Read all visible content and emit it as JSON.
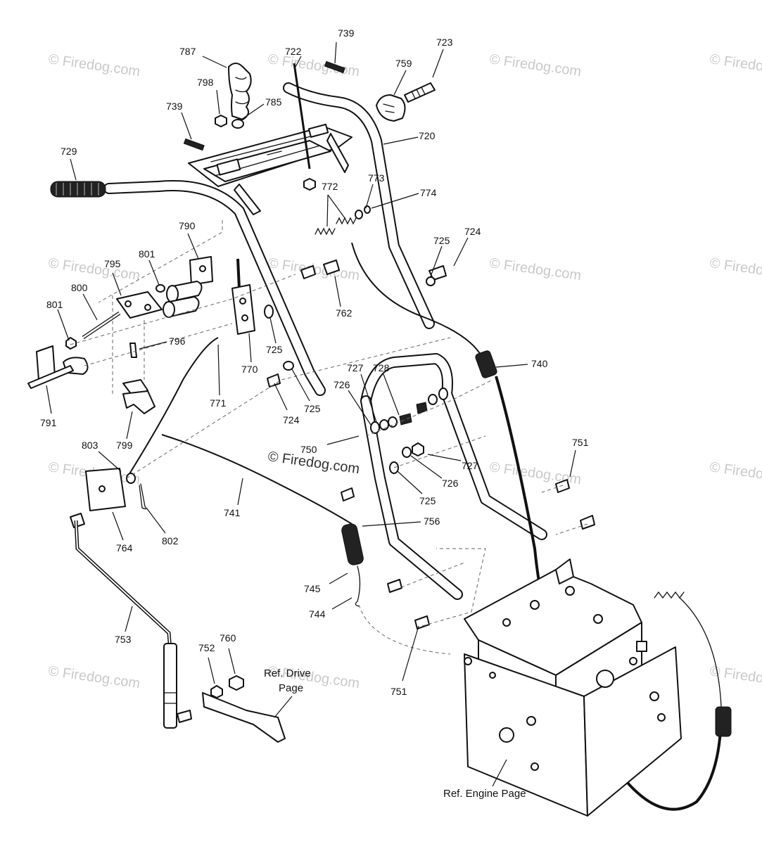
{
  "diagram": {
    "callouts": [
      {
        "id": "787",
        "label": "787"
      },
      {
        "id": "798",
        "label": "798"
      },
      {
        "id": "739a",
        "label": "739"
      },
      {
        "id": "739b",
        "label": "739"
      },
      {
        "id": "722",
        "label": "722"
      },
      {
        "id": "785",
        "label": "785"
      },
      {
        "id": "759",
        "label": "759"
      },
      {
        "id": "723",
        "label": "723"
      },
      {
        "id": "720",
        "label": "720"
      },
      {
        "id": "729",
        "label": "729"
      },
      {
        "id": "773",
        "label": "773"
      },
      {
        "id": "772",
        "label": "772"
      },
      {
        "id": "774",
        "label": "774"
      },
      {
        "id": "790",
        "label": "790"
      },
      {
        "id": "801a",
        "label": "801"
      },
      {
        "id": "795",
        "label": "795"
      },
      {
        "id": "800",
        "label": "800"
      },
      {
        "id": "801b",
        "label": "801"
      },
      {
        "id": "725a",
        "label": "725"
      },
      {
        "id": "724a",
        "label": "724"
      },
      {
        "id": "762",
        "label": "762"
      },
      {
        "id": "796",
        "label": "796"
      },
      {
        "id": "725b",
        "label": "725"
      },
      {
        "id": "770",
        "label": "770"
      },
      {
        "id": "740",
        "label": "740"
      },
      {
        "id": "727a",
        "label": "727"
      },
      {
        "id": "728",
        "label": "728"
      },
      {
        "id": "726a",
        "label": "726"
      },
      {
        "id": "771",
        "label": "771"
      },
      {
        "id": "725c",
        "label": "725"
      },
      {
        "id": "724b",
        "label": "724"
      },
      {
        "id": "791",
        "label": "791"
      },
      {
        "id": "799",
        "label": "799"
      },
      {
        "id": "803",
        "label": "803"
      },
      {
        "id": "750",
        "label": "750"
      },
      {
        "id": "751a",
        "label": "751"
      },
      {
        "id": "727b",
        "label": "727"
      },
      {
        "id": "726b",
        "label": "726"
      },
      {
        "id": "725d",
        "label": "725"
      },
      {
        "id": "741",
        "label": "741"
      },
      {
        "id": "756",
        "label": "756"
      },
      {
        "id": "764",
        "label": "764"
      },
      {
        "id": "802",
        "label": "802"
      },
      {
        "id": "745",
        "label": "745"
      },
      {
        "id": "744",
        "label": "744"
      },
      {
        "id": "753",
        "label": "753"
      },
      {
        "id": "752",
        "label": "752"
      },
      {
        "id": "760",
        "label": "760"
      },
      {
        "id": "751b",
        "label": "751"
      }
    ],
    "references": {
      "drive_line1": "Ref. Drive",
      "drive_line2": "Page",
      "engine": "Ref. Engine Page"
    },
    "watermark": {
      "text": "© Firedog.com",
      "center_text": "© Firedog.com"
    }
  }
}
